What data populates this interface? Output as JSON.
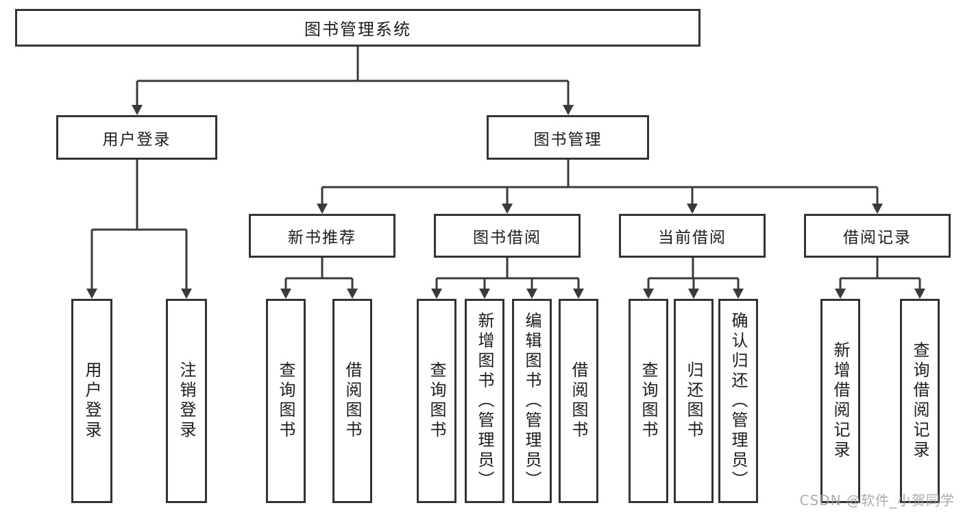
{
  "diagram": {
    "root": {
      "label": "图书管理系统"
    },
    "branches": [
      {
        "label": "用户登录",
        "children": [
          {
            "label": "用户登录"
          },
          {
            "label": "注销登录"
          }
        ]
      },
      {
        "label": "图书管理",
        "children": [
          {
            "label": "新书推荐",
            "children": [
              {
                "label": "查询图书"
              },
              {
                "label": "借阅图书"
              }
            ]
          },
          {
            "label": "图书借阅",
            "children": [
              {
                "label": "查询图书"
              },
              {
                "label": "新增图书（管理员）"
              },
              {
                "label": "编辑图书（管理员）"
              },
              {
                "label": "借阅图书"
              }
            ]
          },
          {
            "label": "当前借阅",
            "children": [
              {
                "label": "查询图书"
              },
              {
                "label": "归还图书"
              },
              {
                "label": "确认归还（管理员）"
              }
            ]
          },
          {
            "label": "借阅记录",
            "children": [
              {
                "label": "新增借阅记录"
              },
              {
                "label": "查询借阅记录"
              }
            ]
          }
        ]
      }
    ]
  },
  "watermark": {
    "text": "CSDN @软件_小贺同学"
  },
  "colors": {
    "line": "#3a3a3a",
    "box_border": "#333333",
    "text": "#1c1c1c",
    "watermark": "#9e9e9e",
    "background": "#ffffff"
  }
}
